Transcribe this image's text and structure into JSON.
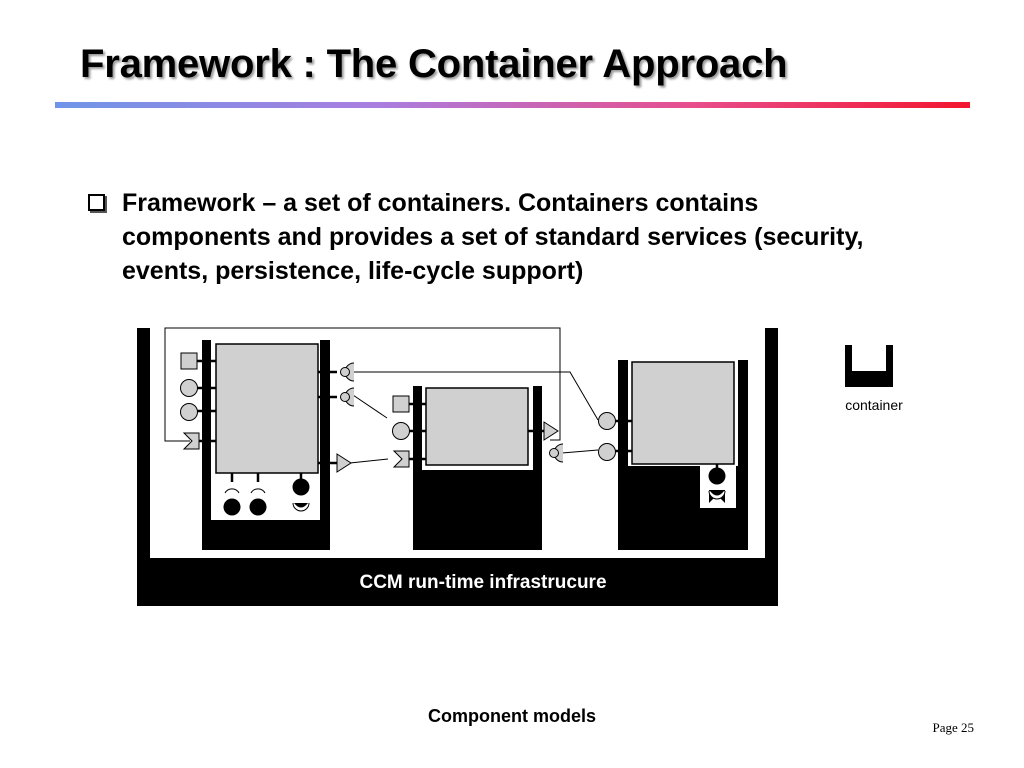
{
  "slide": {
    "title": "Framework : The Container Approach",
    "bullet": "Framework – a set of containers. Containers contains components and provides a set of standard services (security, events, persistence, life-cycle support)",
    "caption": "Component models",
    "page": "Page 25"
  },
  "diagram": {
    "infrastructure_label": "CCM run-time infrastrucure",
    "legend_label": "container",
    "icons": [
      "checkbox-bullet-icon",
      "container-legend-icon",
      "facet-square-icon",
      "facet-circle-icon",
      "receptacle-icon",
      "event-sink-icon",
      "event-source-icon"
    ]
  },
  "colors": {
    "title_rule_start": "#6f95e8",
    "title_rule_end": "#f2162e",
    "component_fill": "#d0d0d0",
    "container_fill": "#000000"
  }
}
